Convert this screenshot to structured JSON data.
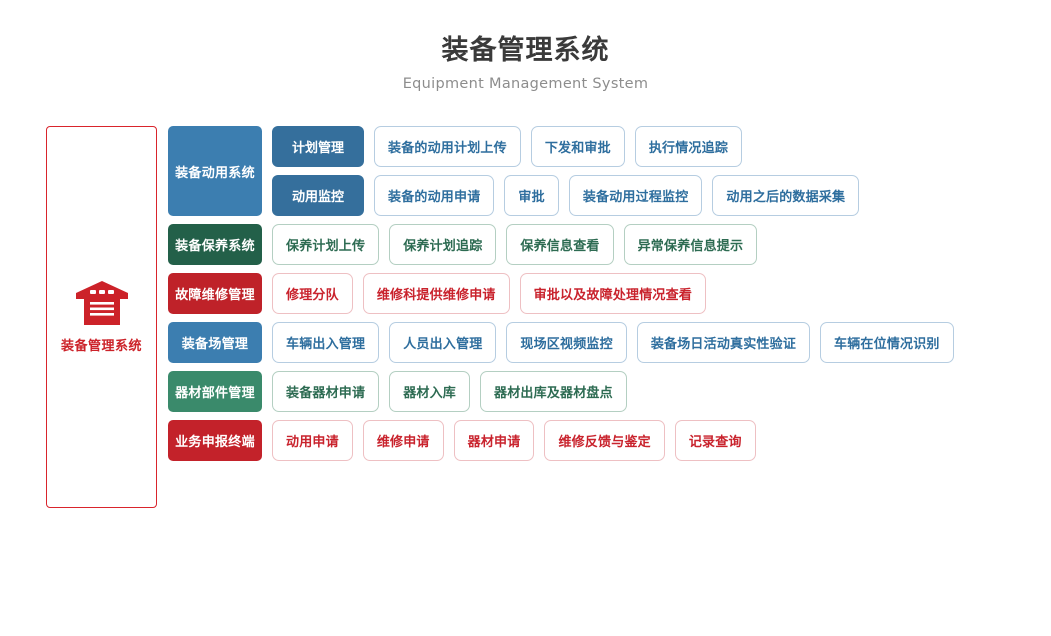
{
  "header": {
    "title": "装备管理系统",
    "subtitle": "Equipment Management System"
  },
  "brand": {
    "icon": "warehouse-icon",
    "label": "装备管理系统",
    "border_color": "#d9242c",
    "text_color": "#cc2229"
  },
  "palette": {
    "blue": "#3c7eb0",
    "blue_sub": "#356f9c",
    "green_dark": "#236049",
    "green": "#3a8a6b",
    "red": "#bf2229",
    "item_blue_text": "#2e6e9e",
    "item_green_text": "#2d6b52",
    "item_red_text": "#c9232d"
  },
  "rows": [
    {
      "category": "装备动用系统",
      "cat_theme": "t-blue",
      "item_theme": "i-blue",
      "subrows": [
        {
          "subcategory": "计划管理",
          "sub_theme": "t-blue2",
          "items": [
            "装备的动用计划上传",
            "下发和审批",
            "执行情况追踪"
          ]
        },
        {
          "subcategory": "动用监控",
          "sub_theme": "t-blue2",
          "items": [
            "装备的动用申请",
            "审批",
            "装备动用过程监控",
            "动用之后的数据采集"
          ]
        }
      ]
    },
    {
      "category": "装备保养系统",
      "cat_theme": "t-green",
      "item_theme": "i-green",
      "subrows": [
        {
          "subcategory": null,
          "sub_theme": null,
          "items": [
            "保养计划上传",
            "保养计划追踪",
            "保养信息查看",
            "异常保养信息提示"
          ]
        }
      ]
    },
    {
      "category": "故障维修管理",
      "cat_theme": "t-red",
      "item_theme": "i-red",
      "subrows": [
        {
          "subcategory": null,
          "sub_theme": null,
          "items": [
            "修理分队",
            "维修科提供维修申请",
            "审批以及故障处理情况查看"
          ]
        }
      ]
    },
    {
      "category": "装备场管理",
      "cat_theme": "t-blue",
      "item_theme": "i-blue",
      "subrows": [
        {
          "subcategory": null,
          "sub_theme": null,
          "items": [
            "车辆出入管理",
            "人员出入管理",
            "现场区视频监控",
            "装备场日活动真实性验证",
            "车辆在位情况识别"
          ]
        }
      ]
    },
    {
      "category": "器材部件管理",
      "cat_theme": "t-green2",
      "item_theme": "i-green",
      "subrows": [
        {
          "subcategory": null,
          "sub_theme": null,
          "items": [
            "装备器材申请",
            "器材入库",
            "器材出库及器材盘点"
          ]
        }
      ]
    },
    {
      "category": "业务申报终端",
      "cat_theme": "t-red2",
      "item_theme": "i-red",
      "subrows": [
        {
          "subcategory": null,
          "sub_theme": null,
          "items": [
            "动用申请",
            "维修申请",
            "器材申请",
            "维修反馈与鉴定",
            "记录查询"
          ]
        }
      ]
    }
  ]
}
